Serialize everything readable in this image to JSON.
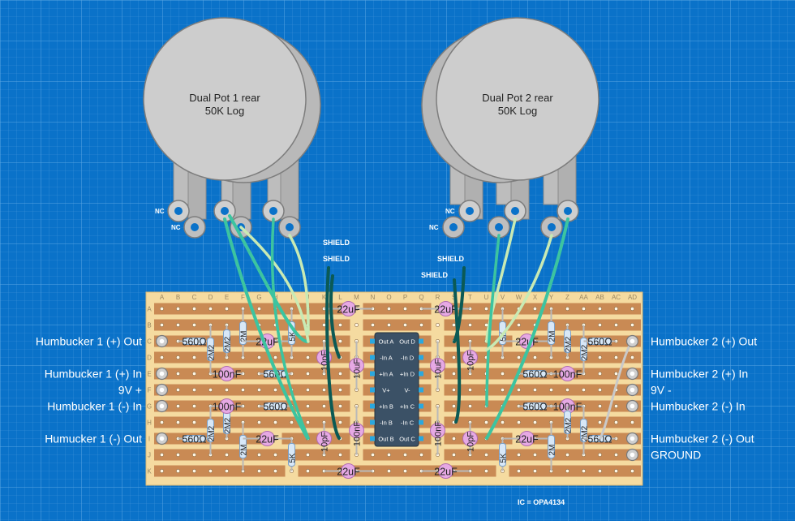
{
  "pots": [
    {
      "title": "Dual Pot 1 rear",
      "value": "50K Log"
    },
    {
      "title": "Dual Pot 2 rear",
      "value": "50K Log"
    }
  ],
  "nc_label": "NC",
  "shield_label": "SHIELD",
  "column_labels": [
    "A",
    "B",
    "C",
    "D",
    "E",
    "F",
    "G",
    "H",
    "I",
    "J",
    "K",
    "L",
    "M",
    "N",
    "O",
    "P",
    "Q",
    "R",
    "S",
    "T",
    "U",
    "V",
    "W",
    "X",
    "Y",
    "Z",
    "AA",
    "AB",
    "AC",
    "AD"
  ],
  "row_labels": [
    "A",
    "B",
    "C",
    "D",
    "E",
    "F",
    "G",
    "H",
    "I",
    "J",
    "K"
  ],
  "left_labels": [
    {
      "row": 2,
      "text": "Humbucker 1 (+) Out"
    },
    {
      "row": 4,
      "text": "Humbucker 1 (+) In"
    },
    {
      "row": 5,
      "text": "9V +"
    },
    {
      "row": 6,
      "text": "Humbucker 1 (-) In"
    },
    {
      "row": 8,
      "text": "Humucker 1 (-) Out"
    }
  ],
  "right_labels": [
    {
      "row": 2,
      "text": "Humbucker 2 (+) Out"
    },
    {
      "row": 4,
      "text": "Humbucker 2 (+) In"
    },
    {
      "row": 5,
      "text": "9V -"
    },
    {
      "row": 6,
      "text": "Humbucker 2 (-) In"
    },
    {
      "row": 8,
      "text": "Humbucker 2 (-) Out"
    },
    {
      "row": 9,
      "text": "GROUND"
    }
  ],
  "ic": {
    "left_pins": [
      "Out A",
      "-In A",
      "+In A",
      "V+",
      "+In B",
      "-In B",
      "Out B"
    ],
    "right_pins": [
      "Out D",
      "-In D",
      "+In D",
      "V-",
      "+In C",
      "-In C",
      "Out C"
    ],
    "note": "IC = OPA4134"
  },
  "components": {
    "r560": "560Ω",
    "r2m2": "2M2",
    "r2m": "2M",
    "r5k": "5K",
    "c100n": "100nF",
    "c22u": "22uF",
    "c10p": "10pF",
    "c10u": "10uF",
    "c100nv": "100nF"
  },
  "colors": {
    "background": "#0a72c9",
    "board": "#f5dba0",
    "strip": "#c98a54",
    "wire_teal": "#3cc4a0",
    "wire_light": "#c8eab4",
    "wire_dark": "#0b5a55",
    "pot": "#c9c9c9",
    "ic": "#3b5166"
  }
}
